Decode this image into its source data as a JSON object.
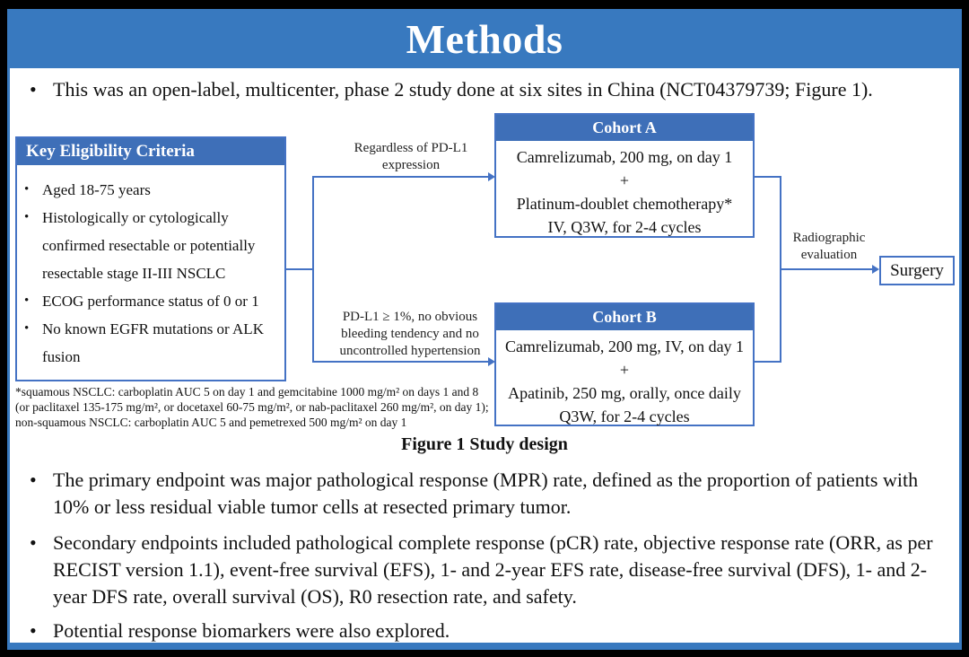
{
  "title": "Methods",
  "colors": {
    "title_bar_blue": "#3879BF",
    "box_header_blue": "#3E6FB8",
    "connector_blue": "#4472C4"
  },
  "intro_bullet": "This was an open-label, multicenter, phase 2 study done at six sites in China (NCT04379739; Figure 1).",
  "figure": {
    "eligibility": {
      "header": "Key Eligibility Criteria",
      "items": [
        "Aged 18-75 years",
        "Histologically or cytologically confirmed resectable or potentially resectable stage II-III NSCLC",
        "ECOG performance status of 0 or 1",
        "No known EGFR mutations or ALK fusion"
      ]
    },
    "branch_labels": {
      "top": "Regardless of PD-L1 expression",
      "bottom": "PD-L1 ≥ 1%, no obvious bleeding tendency and no uncontrolled hypertension"
    },
    "cohort_a": {
      "header": "Cohort A",
      "lines": [
        "Camrelizumab, 200 mg, on day 1",
        "+",
        "Platinum-doublet chemotherapy*",
        "IV, Q3W, for 2-4 cycles"
      ]
    },
    "cohort_b": {
      "header": "Cohort B",
      "lines": [
        "Camrelizumab, 200 mg, IV, on day 1",
        "+",
        "Apatinib, 250 mg, orally, once daily",
        "Q3W, for 2-4 cycles"
      ]
    },
    "evaluation_label": "Radiographic evaluation",
    "surgery_label": "Surgery",
    "footnote": "*squamous NSCLC: carboplatin AUC 5 on day 1 and gemcitabine 1000 mg/m² on days 1 and 8 (or paclitaxel 135-175 mg/m², or docetaxel 60-75 mg/m², or nab-paclitaxel 260 mg/m², on day 1); non-squamous NSCLC: carboplatin AUC 5 and pemetrexed 500 mg/m² on day 1",
    "caption": "Figure 1 Study design"
  },
  "bullets": {
    "primary": "The primary endpoint was major pathological response (MPR) rate, defined as the proportion of patients with 10% or less residual viable tumor cells at resected primary tumor.",
    "secondary": "Secondary endpoints included pathological complete response (pCR) rate, objective response rate (ORR, as per RECIST version 1.1), event-free survival (EFS), 1- and 2-year EFS rate, disease-free survival (DFS), 1- and 2-year DFS rate, overall survival (OS), R0 resection rate, and safety.",
    "biomarkers": "Potential response biomarkers were also explored."
  },
  "glyphs": {
    "bullet": "•"
  }
}
